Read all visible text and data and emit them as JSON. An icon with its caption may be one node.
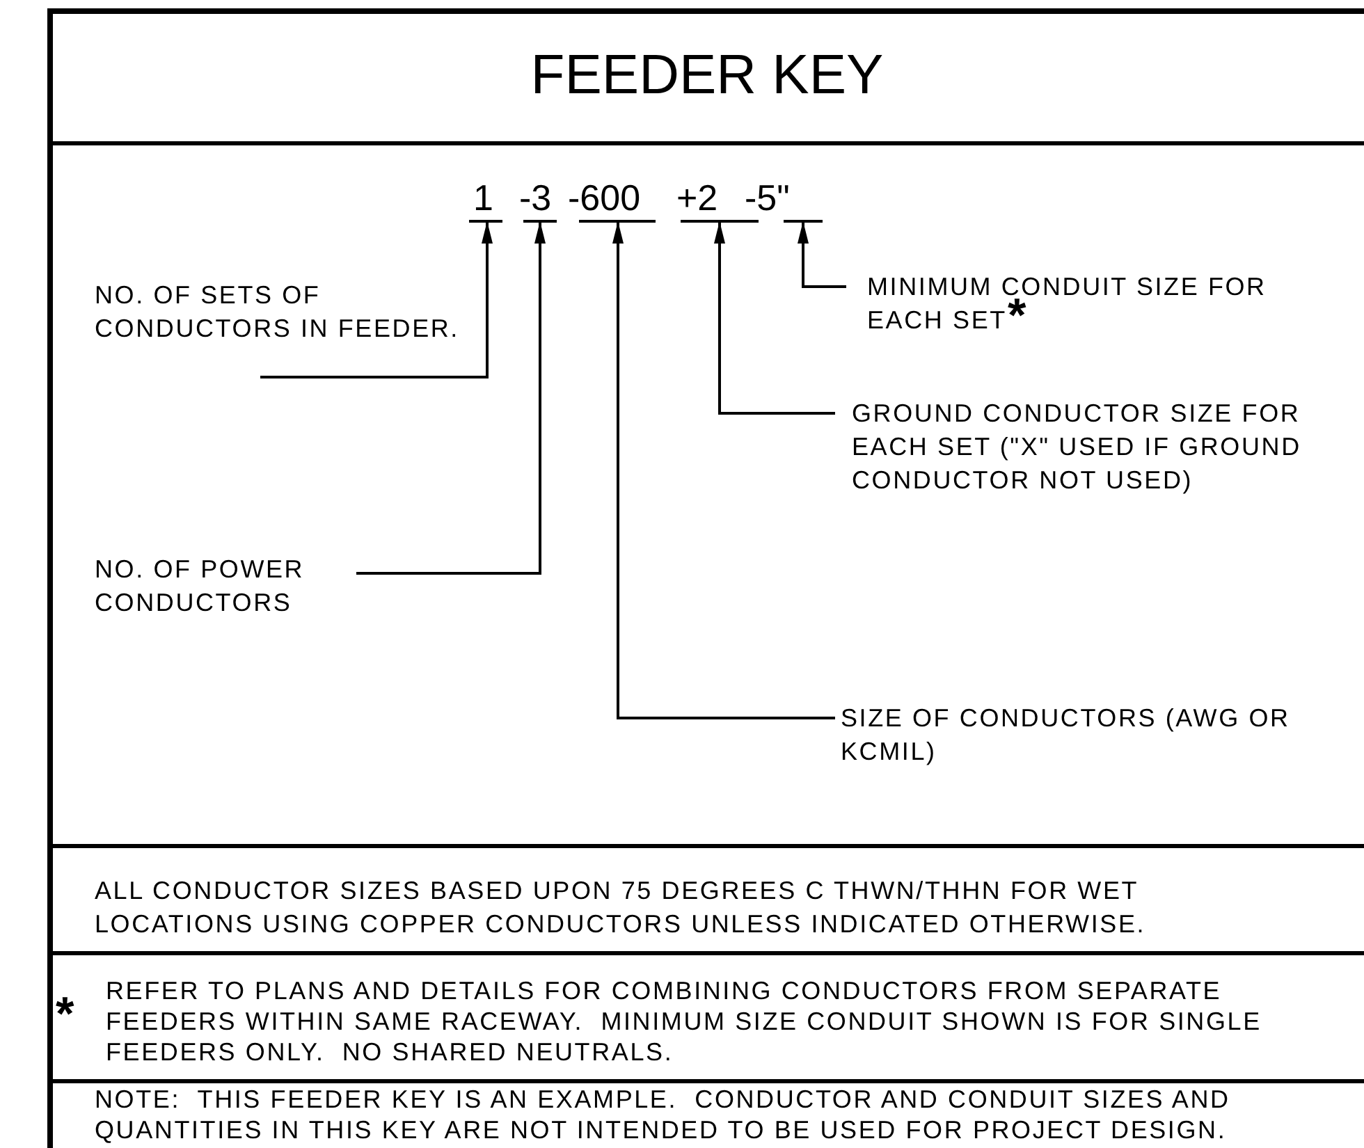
{
  "diagram": {
    "title": "FEEDER KEY",
    "nodes": [
      {
        "text": [
          "1"
        ]
      },
      {
        "text": [
          "-3"
        ]
      },
      {
        "text": [
          "-600"
        ]
      },
      {
        "text": [
          "+2"
        ]
      },
      {
        "text": [
          "-5\""
        ]
      },
      {
        "text": [
          "MINIMUM CONDUIT SIZE FOR EACH SET"
        ],
        "beside": [
          "*"
        ]
      },
      {
        "text": [
          "NO. OF SETS OF CONDUCTORS IN FEEDER."
        ]
      },
      {
        "text": [
          "GROUND CONDUCTOR SIZE FOR EACH SET (\"X\" USED IF GROUND CONDUCTOR NOT USED)"
        ]
      },
      {
        "text": [
          "NO. OF POWER CONDUCTORS"
        ]
      },
      {
        "text": [
          "SIZE OF CONDUCTORS (AWG OR KCMIL)"
        ]
      }
    ],
    "edges": [
      {
        "from": 5,
        "to": 4,
        "arrow": "to"
      },
      {
        "from": 6,
        "to": 0,
        "arrow": "to"
      },
      {
        "from": 7,
        "to": 3,
        "arrow": "to"
      },
      {
        "from": 8,
        "to": 1,
        "arrow": "to"
      },
      {
        "from": 9,
        "to": 2,
        "arrow": "to"
      }
    ],
    "labels": [
      "ALL CONDUCTOR SIZES BASED UPON 75 DEGREES C THWN/THHN FOR WET LOCATIONS USING COPPER CONDUCTORS UNLESS INDICATED OTHERWISE.",
      "*",
      "REFER TO PLANS AND DETAILS FOR COMBINING CONDUCTORS FROM SEPARATE FEEDERS WITHIN SAME RACEWAY.  MINIMUM SIZE CONDUIT SHOWN IS FOR SINGLE FEEDERS ONLY.  NO SHARED NEUTRALS.",
      "NOTE:  THIS FEEDER KEY IS AN EXAMPLE.  CONDUCTOR AND CONDUIT SIZES AND QUANTITIES IN THIS KEY ARE NOT INTENDED TO BE USED FOR PROJECT DESIGN."
    ]
  }
}
